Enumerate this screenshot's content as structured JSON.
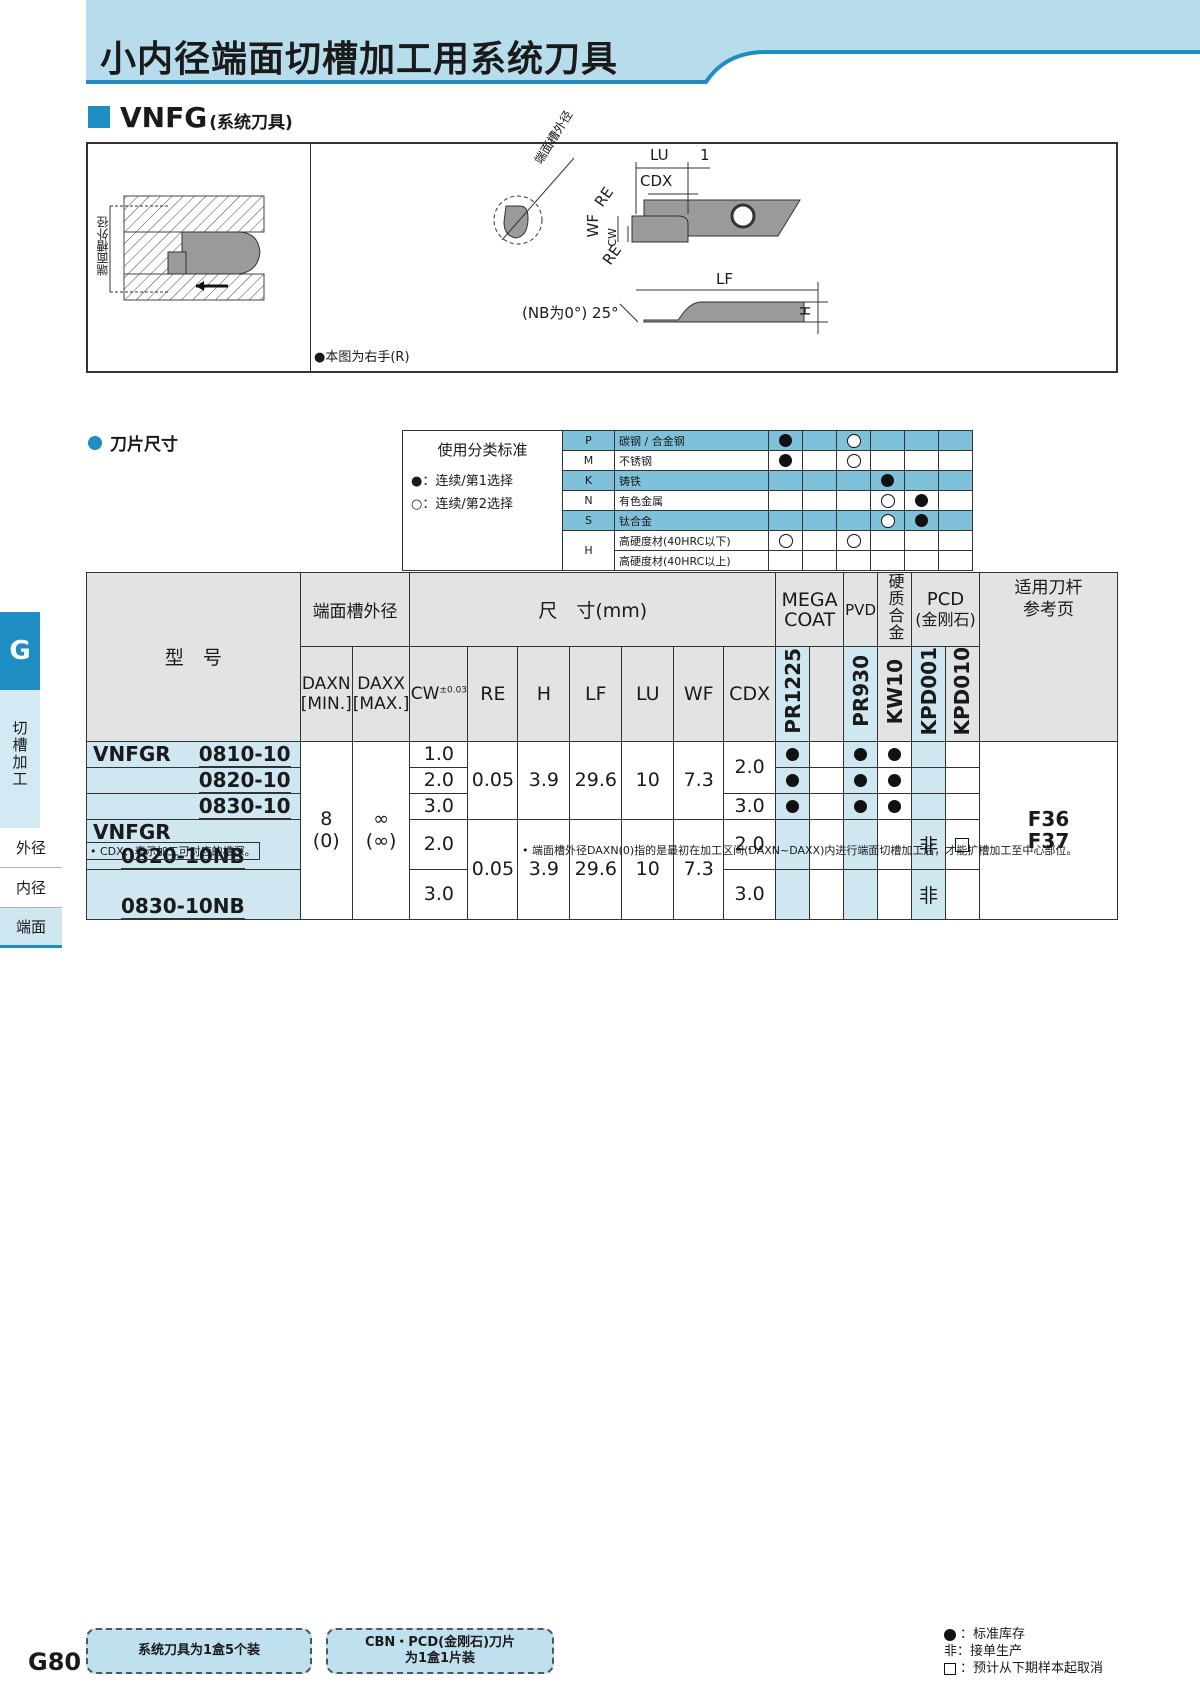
{
  "page": {
    "title": "小内径端面切槽加工用系统刀具",
    "number": "G80"
  },
  "section": {
    "main": "VNFG",
    "sub": "(系统刀具)"
  },
  "diagram": {
    "left_vertical_label": "端面槽外径",
    "groove_outer_label": "端面槽外径",
    "right_hand_note": "●本图为右手(R)",
    "labels": {
      "lu": "LU",
      "one": "1",
      "cdx": "CDX",
      "re_top": "RE",
      "wf": "WF",
      "cw": "CW",
      "re_bottom": "RE",
      "lf": "LF",
      "nb_angle": "(NB为0°) 25°",
      "h": "H"
    }
  },
  "blade_heading": "刀片尺寸",
  "standard": {
    "title": "使用分类标准",
    "legend_first": "●：连续/第1选择",
    "legend_second": "○：连续/第2选择",
    "rows": [
      {
        "letter": "P",
        "name": "碳钢 / 合金钢",
        "style": "blue",
        "marks": [
          "dot",
          "",
          "ring",
          "",
          "",
          ""
        ]
      },
      {
        "letter": "M",
        "name": "不锈钢",
        "style": "white",
        "marks": [
          "dot",
          "",
          "ring",
          "",
          "",
          ""
        ]
      },
      {
        "letter": "K",
        "name": "铸铁",
        "style": "blue",
        "marks": [
          "",
          "",
          "",
          "dot",
          "",
          ""
        ]
      },
      {
        "letter": "N",
        "name": "有色金属",
        "style": "white",
        "marks": [
          "",
          "",
          "",
          "ring",
          "dot",
          ""
        ]
      },
      {
        "letter": "S",
        "name": "钛合金",
        "style": "blue",
        "marks": [
          "",
          "",
          "",
          "ring",
          "dot",
          ""
        ]
      },
      {
        "letter": "H",
        "name": "高硬度材(40HRC以下)",
        "style": "white",
        "marks": [
          "ring",
          "",
          "ring",
          "",
          "",
          ""
        ]
      },
      {
        "letter": "",
        "name": "高硬度材(40HRC以上)",
        "style": "white",
        "marks": [
          "",
          "",
          "",
          "",
          "",
          ""
        ]
      }
    ]
  },
  "table": {
    "headers": {
      "model": "型　号",
      "groove_outer": "端面槽外径",
      "size": "尺　寸(mm)",
      "daxn": "DAXN",
      "daxn_sub": "[MIN.]",
      "daxx": "DAXX",
      "daxx_sub": "[MAX.]",
      "cw": "CW",
      "cw_tol": "±0.03",
      "re": "RE",
      "h": "H",
      "lf": "LF",
      "lu": "LU",
      "wf": "WF",
      "cdx": "CDX",
      "mega_coat": "MEGA COAT",
      "pvd": "PVD",
      "carbide": "硬质合金",
      "pcd": "PCD",
      "pcd_sub": "(金刚石)",
      "ref_page": "适用刀杆参考页",
      "grades": [
        "PR1225",
        "",
        "PR930",
        "KW10",
        "KPD001",
        "KPD010"
      ]
    },
    "group1": {
      "prefix": "VNFGR",
      "suffixes": [
        "0810-10",
        "0820-10",
        "0830-10"
      ],
      "cw": [
        "1.0",
        "2.0",
        "3.0"
      ],
      "re": "0.05",
      "h": "3.9",
      "lf": "29.6",
      "lu": "10",
      "wf": "7.3",
      "cdx": [
        "2.0",
        "3.0"
      ],
      "stock": [
        [
          "dot",
          "",
          "dot",
          "dot",
          "",
          ""
        ],
        [
          "dot",
          "",
          "dot",
          "dot",
          "",
          ""
        ],
        [
          "dot",
          "",
          "dot",
          "dot",
          "",
          ""
        ]
      ]
    },
    "group2": {
      "prefix": "VNFGR",
      "suffixes": [
        "0820-10NB",
        "0830-10NB"
      ],
      "cw": [
        "2.0",
        "3.0"
      ],
      "re": "0.05",
      "h": "3.9",
      "lf": "29.6",
      "lu": "10",
      "wf": "7.3",
      "cdx": [
        "2.0",
        "3.0"
      ],
      "stock": [
        [
          "",
          "",
          "",
          "",
          "非",
          "sq"
        ],
        [
          "",
          "",
          "",
          "",
          "非",
          ""
        ]
      ]
    },
    "daxn": "8",
    "daxn_sub": "(0)",
    "daxx": "∞",
    "daxx_sub": "(∞)",
    "ref_pages": [
      "F36",
      "F37"
    ]
  },
  "notes": {
    "left": "• CDX：表示加工可对应的槽深。",
    "right": "• 端面槽外径DAXN(0)指的是最初在加工区间(DAXN~DAXX)内进行端面切槽加工后，才能扩槽加工至中心部位。"
  },
  "side_tabs": {
    "letter": "G",
    "category": "切槽加工",
    "items": [
      "外径",
      "内径",
      "端面"
    ]
  },
  "footer": {
    "pill1": "系统刀具为1盒5个装",
    "pill2_line1": "CBN・PCD(金刚石)刀片",
    "pill2_line2": "为1盒1片装",
    "legend_stock": "：标准库存",
    "legend_order_mark": "非",
    "legend_order": "：接单生产",
    "legend_cancel": "：预计从下期样本起取消"
  },
  "colors": {
    "accent": "#1e8ec2",
    "header_bg": "#b7dceb",
    "light_blue": "#cfe7f1",
    "row_blue": "#7fc1db",
    "gray": "#e1e3e4"
  }
}
